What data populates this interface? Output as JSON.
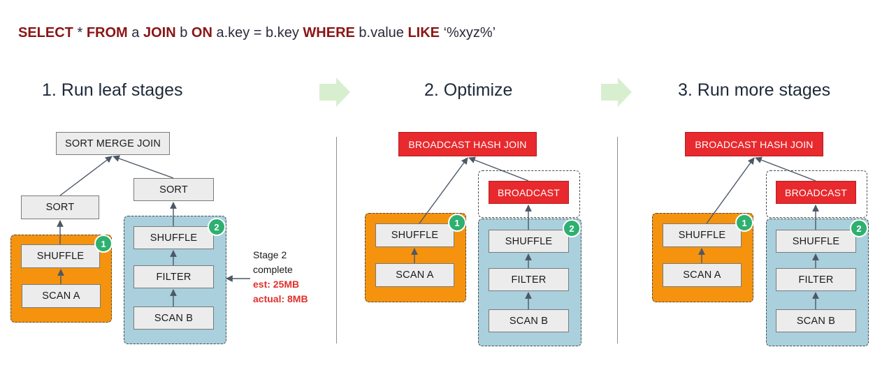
{
  "query": {
    "parts": [
      {
        "text": "SELECT",
        "kw": true
      },
      {
        "text": " * ",
        "kw": false
      },
      {
        "text": "FROM",
        "kw": true
      },
      {
        "text": " a ",
        "kw": false
      },
      {
        "text": "JOIN",
        "kw": true
      },
      {
        "text": " b ",
        "kw": false
      },
      {
        "text": "ON",
        "kw": true
      },
      {
        "text": " a.key = b.key ",
        "kw": false
      },
      {
        "text": "WHERE",
        "kw": true
      },
      {
        "text": " b.value ",
        "kw": false
      },
      {
        "text": "LIKE",
        "kw": true
      },
      {
        "text": " ‘%xyz%’",
        "kw": false
      }
    ]
  },
  "steps": [
    {
      "title": "1.  Run leaf stages"
    },
    {
      "title": "2. Optimize"
    },
    {
      "title": "3. Run more stages"
    }
  ],
  "panel1": {
    "join": "SORT MERGE JOIN",
    "left_sort": "SORT",
    "right_sort": "SORT",
    "stage1": {
      "badge": "1",
      "shuffle": "SHUFFLE",
      "scan": "SCAN A"
    },
    "stage2": {
      "badge": "2",
      "shuffle": "SHUFFLE",
      "filter": "FILTER",
      "scan": "SCAN B"
    },
    "note": {
      "line1": "Stage 2",
      "line2": "complete",
      "est": "est: 25MB",
      "actual": "actual: 8MB"
    }
  },
  "panel2": {
    "join": "BROADCAST HASH JOIN",
    "broadcast": "BROADCAST",
    "stage1": {
      "badge": "1",
      "shuffle": "SHUFFLE",
      "scan": "SCAN A"
    },
    "stage2": {
      "badge": "2",
      "shuffle": "SHUFFLE",
      "filter": "FILTER",
      "scan": "SCAN B"
    }
  },
  "panel3": {
    "join": "BROADCAST HASH JOIN",
    "broadcast": "BROADCAST",
    "stage1": {
      "badge": "1",
      "shuffle": "SHUFFLE",
      "scan": "SCAN A"
    },
    "stage2": {
      "badge": "2",
      "shuffle": "SHUFFLE",
      "filter": "FILTER",
      "scan": "SCAN B"
    }
  },
  "colors": {
    "stage_orange": "#f5930e",
    "stage_blue": "#a9d0dc",
    "join_red": "#e8292d",
    "badge_green": "#2db070",
    "arrow_green": "#d8efcf",
    "keyword": "#8b1515",
    "note_red": "#e0302c"
  }
}
